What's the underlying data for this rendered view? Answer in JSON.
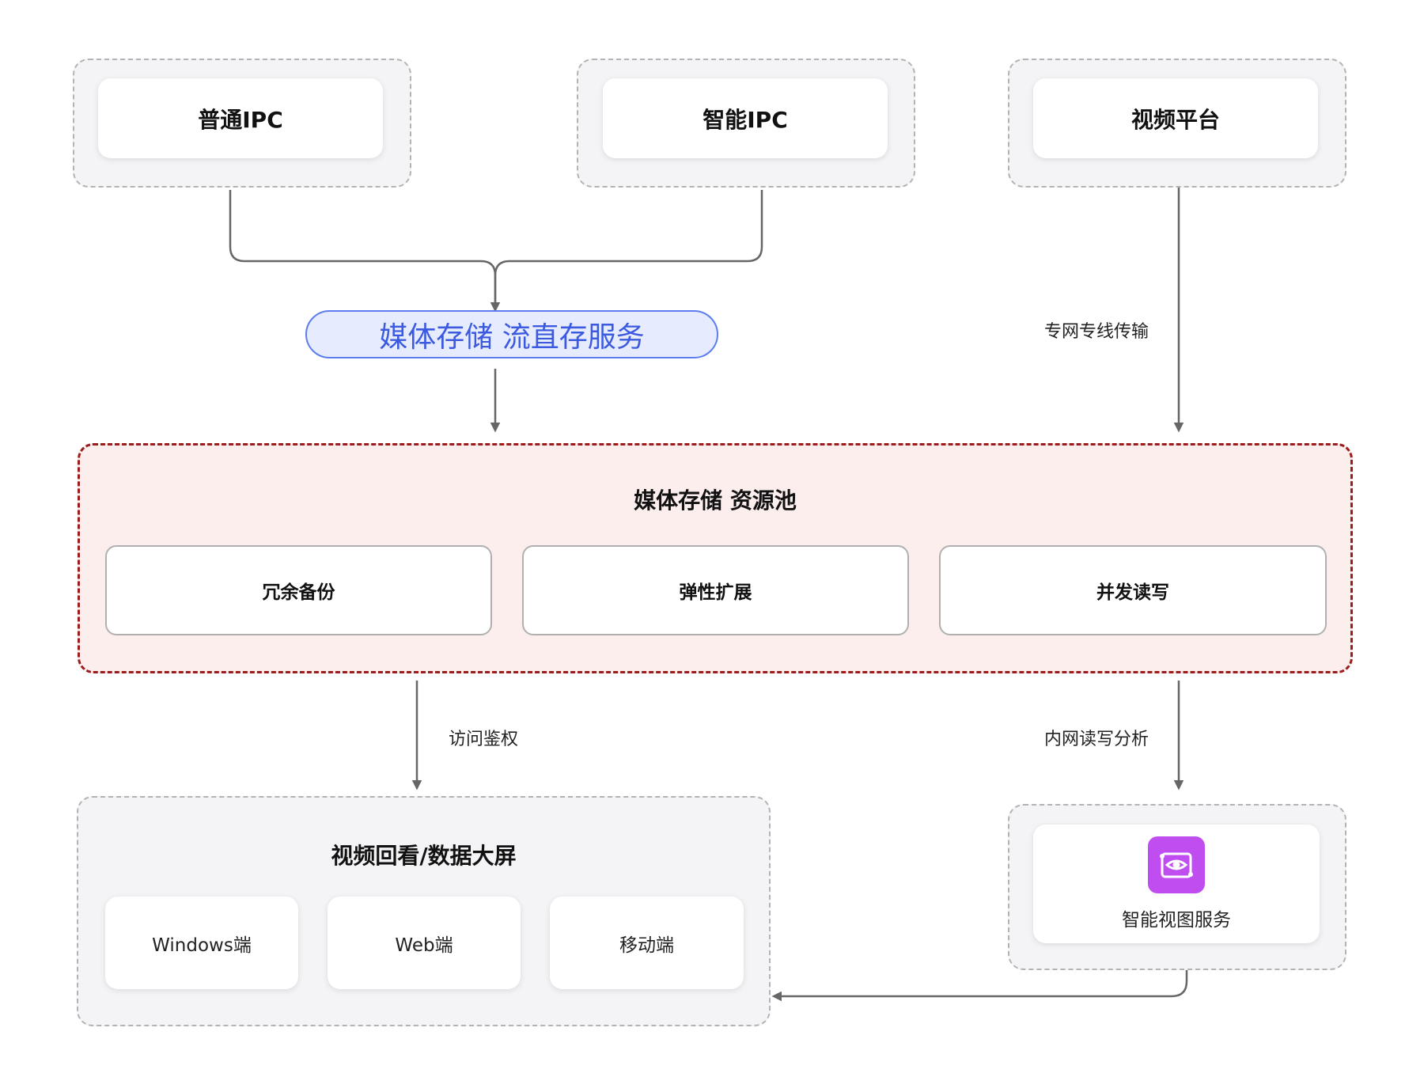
{
  "sources": {
    "normal_ipc": "普通IPC",
    "smart_ipc": "智能IPC",
    "video_platform": "视频平台"
  },
  "stream_service": "媒体存储 流直存服务",
  "edges": {
    "private_line": "专网专线传输",
    "access_auth": "访问鉴权",
    "intranet_rw": "内网读写分析"
  },
  "pool": {
    "title": "媒体存储 资源池",
    "features": [
      "冗余备份",
      "弹性扩展",
      "并发读写"
    ]
  },
  "clients": {
    "title": "视频回看/数据大屏",
    "items": [
      "Windows端",
      "Web端",
      "移动端"
    ]
  },
  "smart_service": {
    "label": "智能视图服务",
    "icon": "eye-icon"
  },
  "colors": {
    "pool_border": "#9b1c1c",
    "pool_bg": "#fdeeee",
    "pill_border": "#5c7cf0",
    "pill_text": "#3b5ae0",
    "icon_bg": "#c04df0",
    "arrow": "#666666"
  }
}
